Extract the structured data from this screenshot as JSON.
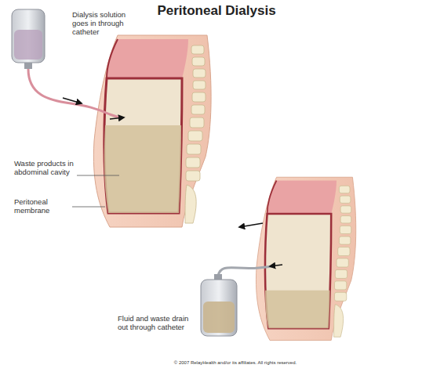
{
  "diagram": {
    "title": "Peritoneal Dialysis",
    "labels": [
      "Dialysis solution goes in through catheter",
      "Waste products in abdominal cavity",
      "Peritoneal membrane",
      "Fluid and waste drain out through catheter",
      "© 2007 RelayHealth and/or its affiliates. All rights reserved."
    ]
  }
}
